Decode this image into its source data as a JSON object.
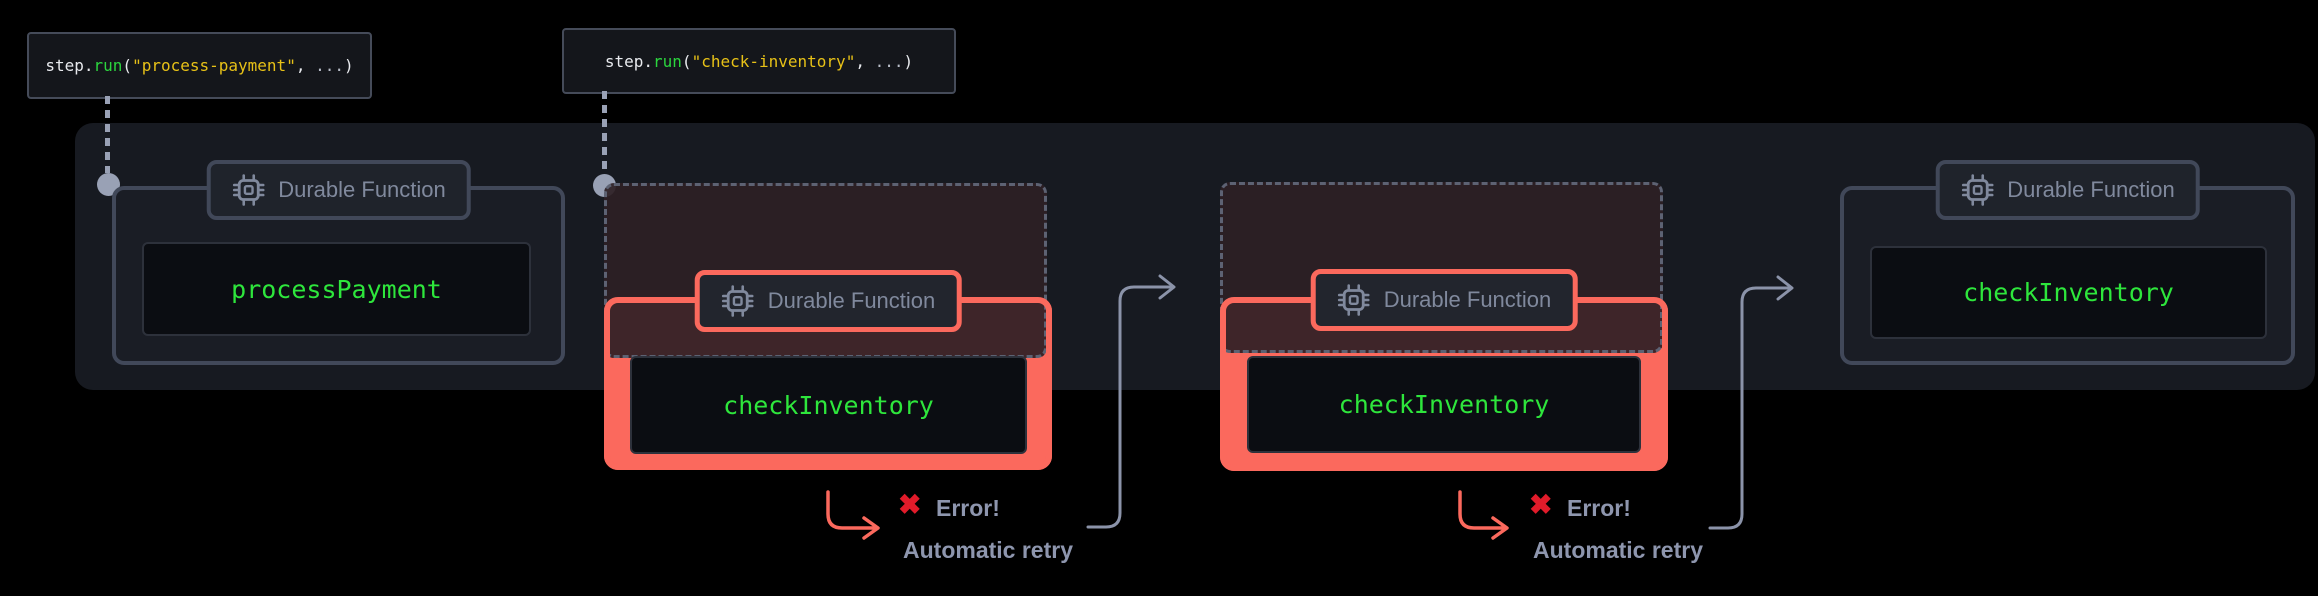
{
  "diagram_title": "durable-function-retry-flow",
  "colors": {
    "page_bg": "#000000",
    "band_bg": "#171a21",
    "card_bg": "#1a1d25",
    "card_border": "#414859",
    "badge_bg": "#1f232b",
    "badge_text": "#80899d",
    "codebox_bg": "#0b0d12",
    "codebox_border": "#2d313b",
    "fn_green": "#2ee63c",
    "salmon": "#fb695d",
    "ghost_border": "#5d6273",
    "maroon_overlay": "rgba(46,31,37,0.92)",
    "connector_gray": "#8b93a9",
    "dot_gray": "#99a1b5",
    "error_text": "#8e96ae",
    "error_x": "#e11b2a",
    "callout_bg": "#14161b",
    "callout_border": "#454b59",
    "code_plain": "#e8eaee",
    "code_green": "#2bd53e",
    "code_string": "#e7c117",
    "code_dim": "#b9bec9"
  },
  "callouts": [
    {
      "name": "step-run-process-payment",
      "tokens": [
        {
          "text": "step",
          "style": "plain"
        },
        {
          "text": ".",
          "style": "plain"
        },
        {
          "text": "run",
          "style": "green"
        },
        {
          "text": "(",
          "style": "plain"
        },
        {
          "text": "\"process-payment\"",
          "style": "string"
        },
        {
          "text": ",",
          "style": "plain"
        },
        {
          "text": " ...",
          "style": "dim"
        },
        {
          "text": ")",
          "style": "plain"
        }
      ]
    },
    {
      "name": "step-run-check-inventory",
      "tokens": [
        {
          "text": "step",
          "style": "plain"
        },
        {
          "text": ".",
          "style": "plain"
        },
        {
          "text": "run",
          "style": "green"
        },
        {
          "text": "(",
          "style": "plain"
        },
        {
          "text": "\"check-inventory\"",
          "style": "string"
        },
        {
          "text": ",",
          "style": "plain"
        },
        {
          "text": " ...",
          "style": "dim"
        },
        {
          "text": ")",
          "style": "plain"
        }
      ]
    }
  ],
  "groups": [
    {
      "state": "success",
      "badge": "Durable Function",
      "fn": "processPayment"
    },
    {
      "state": "error",
      "badge": "Durable Function",
      "fn": "checkInventory",
      "error_mark": "✖",
      "error_label": "Error!",
      "retry_label": "Automatic retry"
    },
    {
      "state": "error",
      "badge": "Durable Function",
      "fn": "checkInventory",
      "error_mark": "✖",
      "error_label": "Error!",
      "retry_label": "Automatic retry"
    },
    {
      "state": "success",
      "badge": "Durable Function",
      "fn": "checkInventory"
    }
  ]
}
